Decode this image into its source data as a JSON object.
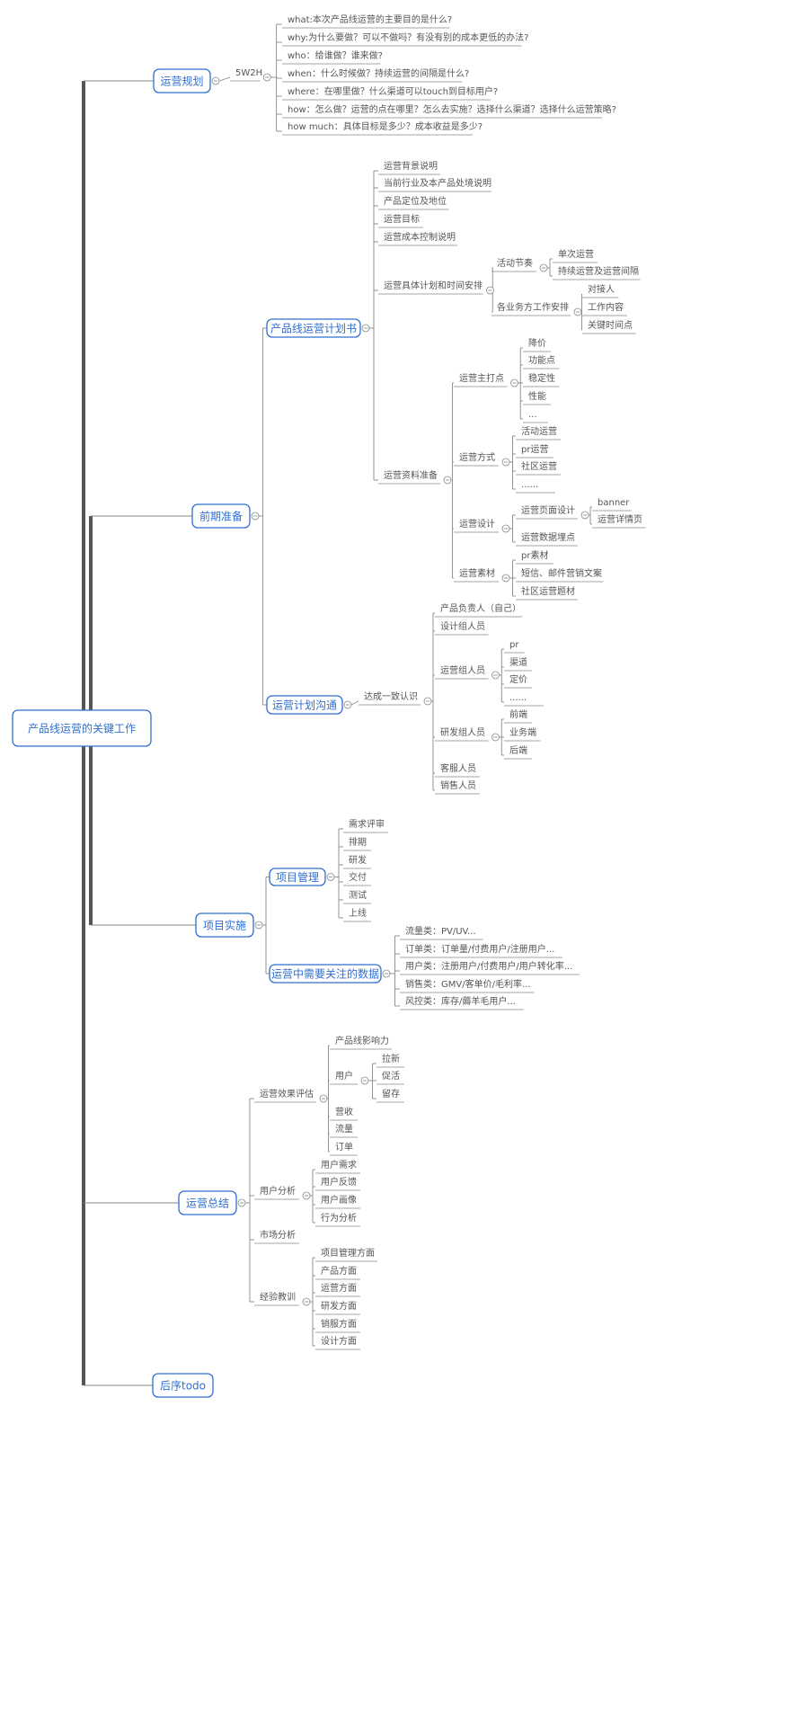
{
  "root": {
    "label": "产品线运营的关键工作",
    "children": [
      {
        "label": "运营规划",
        "children": [
          {
            "label": "5W2H",
            "children": [
              {
                "label": "what:本次产品线运营的主要目的是什么?"
              },
              {
                "label": "why:为什么要做？可以不做吗？有没有别的成本更低的办法?"
              },
              {
                "label": "who：给谁做？谁来做?"
              },
              {
                "label": "when：什么时候做？持续运营的间隔是什么?"
              },
              {
                "label": "where：在哪里做？什么渠道可以touch到目标用户?"
              },
              {
                "label": "how：怎么做？运营的点在哪里？怎么去实施？选择什么渠道？选择什么运营策略?"
              },
              {
                "label": "how much：具体目标是多少？成本收益是多少?"
              }
            ]
          }
        ]
      },
      {
        "label": "前期准备",
        "children": [
          {
            "label": "产品线运营计划书",
            "children": [
              {
                "label": "运营背景说明"
              },
              {
                "label": "当前行业及本产品处境说明"
              },
              {
                "label": "产品定位及地位"
              },
              {
                "label": "运营目标"
              },
              {
                "label": "运营成本控制说明"
              },
              {
                "label": "运营具体计划和时间安排",
                "children": [
                  {
                    "label": "活动节奏",
                    "children": [
                      {
                        "label": "单次运营"
                      },
                      {
                        "label": "持续运营及运营间隔"
                      }
                    ]
                  },
                  {
                    "label": "各业务方工作安排",
                    "children": [
                      {
                        "label": "对接人"
                      },
                      {
                        "label": "工作内容"
                      },
                      {
                        "label": "关键时间点"
                      }
                    ]
                  }
                ]
              },
              {
                "label": "运营资料准备",
                "children": [
                  {
                    "label": "运营主打点",
                    "children": [
                      {
                        "label": "降价"
                      },
                      {
                        "label": "功能点"
                      },
                      {
                        "label": "稳定性"
                      },
                      {
                        "label": "性能"
                      },
                      {
                        "label": "..."
                      }
                    ]
                  },
                  {
                    "label": "运营方式",
                    "children": [
                      {
                        "label": "活动运营"
                      },
                      {
                        "label": "pr运营"
                      },
                      {
                        "label": "社区运营"
                      },
                      {
                        "label": "......"
                      }
                    ]
                  },
                  {
                    "label": "运营设计",
                    "children": [
                      {
                        "label": "运营页面设计",
                        "children": [
                          {
                            "label": "banner"
                          },
                          {
                            "label": "运营详情页"
                          }
                        ]
                      },
                      {
                        "label": "运营数据埋点"
                      }
                    ]
                  },
                  {
                    "label": "运营素材",
                    "children": [
                      {
                        "label": "pr素材"
                      },
                      {
                        "label": "短信、邮件营销文案"
                      },
                      {
                        "label": "社区运营题材"
                      }
                    ]
                  }
                ]
              }
            ]
          },
          {
            "label": "运营计划沟通",
            "children": [
              {
                "label": "达成一致认识",
                "children": [
                  {
                    "label": "产品负责人（自己）"
                  },
                  {
                    "label": "设计组人员"
                  },
                  {
                    "label": "运营组人员",
                    "children": [
                      {
                        "label": "pr"
                      },
                      {
                        "label": "渠道"
                      },
                      {
                        "label": "定价"
                      },
                      {
                        "label": "......"
                      }
                    ]
                  },
                  {
                    "label": "研发组人员",
                    "children": [
                      {
                        "label": "前端"
                      },
                      {
                        "label": "业务端"
                      },
                      {
                        "label": "后端"
                      }
                    ]
                  },
                  {
                    "label": "客服人员"
                  },
                  {
                    "label": "销售人员"
                  }
                ]
              }
            ]
          }
        ]
      },
      {
        "label": "项目实施",
        "children": [
          {
            "label": "项目管理",
            "children": [
              {
                "label": "需求评审"
              },
              {
                "label": "排期"
              },
              {
                "label": "研发"
              },
              {
                "label": "交付"
              },
              {
                "label": "测试"
              },
              {
                "label": "上线"
              }
            ]
          },
          {
            "label": "运营中需要关注的数据",
            "children": [
              {
                "label": "流量类：PV/UV..."
              },
              {
                "label": "订单类：订单量/付费用户/注册用户..."
              },
              {
                "label": "用户类：注册用户/付费用户/用户转化率..."
              },
              {
                "label": "销售类：GMV/客单价/毛利率..."
              },
              {
                "label": "风控类：库存/薅羊毛用户..."
              }
            ]
          }
        ]
      },
      {
        "label": "运营总结",
        "children": [
          {
            "label": "运营效果评估",
            "children": [
              {
                "label": "产品线影响力"
              },
              {
                "label": "用户",
                "children": [
                  {
                    "label": "拉新"
                  },
                  {
                    "label": "促活"
                  },
                  {
                    "label": "留存"
                  }
                ]
              },
              {
                "label": "营收"
              },
              {
                "label": "流量"
              },
              {
                "label": "订单"
              }
            ]
          },
          {
            "label": "用户分析",
            "children": [
              {
                "label": "用户需求"
              },
              {
                "label": "用户反馈"
              },
              {
                "label": "用户画像"
              },
              {
                "label": "行为分析"
              }
            ]
          },
          {
            "label": "市场分析"
          },
          {
            "label": "经验教训",
            "children": [
              {
                "label": "项目管理方面"
              },
              {
                "label": "产品方面"
              },
              {
                "label": "运营方面"
              },
              {
                "label": "研发方面"
              },
              {
                "label": "销服方面"
              },
              {
                "label": "设计方面"
              }
            ]
          }
        ]
      },
      {
        "label": "后序todo"
      }
    ]
  },
  "colors": {
    "accent": "#2f6fd0",
    "line": "#888888",
    "trunk": "#555555",
    "text": "#555555"
  }
}
